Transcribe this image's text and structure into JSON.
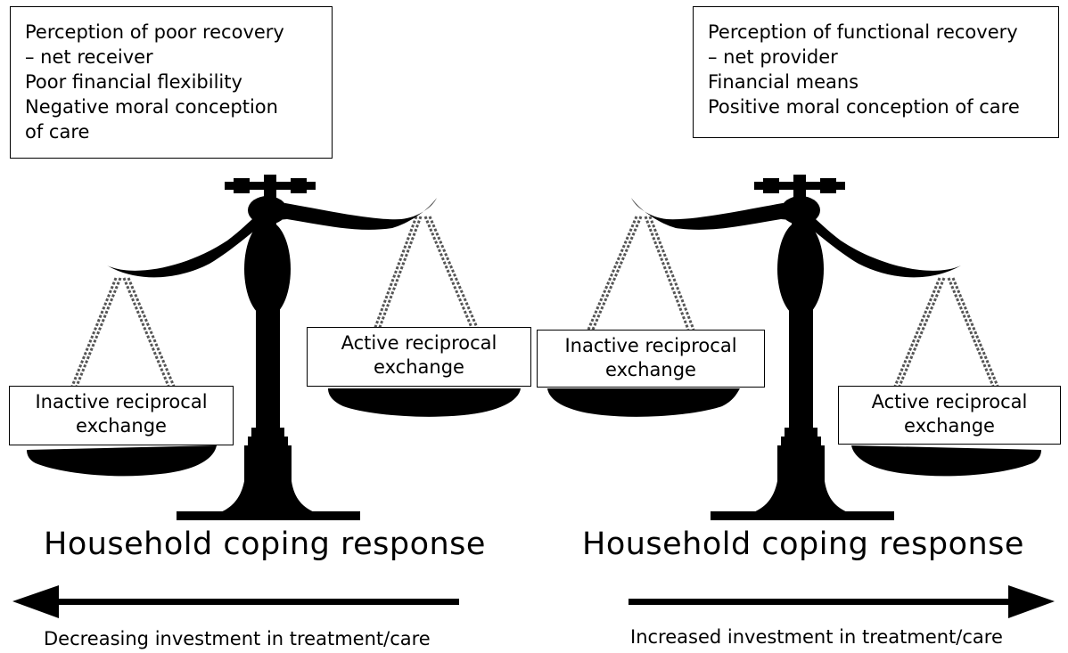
{
  "left_panel": {
    "factors": [
      "Perception of poor recovery",
      "– net receiver",
      "Poor financial flexibility",
      "Negative moral conception",
      "of care"
    ],
    "low_pan_label": [
      "Inactive reciprocal",
      "exchange"
    ],
    "high_pan_label": [
      "Active reciprocal",
      "exchange"
    ],
    "coping_title": "Household coping response",
    "arrow_direction": "left",
    "caption": "Decreasing investment in treatment/care"
  },
  "right_panel": {
    "factors": [
      "Perception of functional recovery",
      "– net provider",
      "Financial means",
      "Positive moral conception of care"
    ],
    "high_pan_label": [
      "Inactive reciprocal",
      "exchange"
    ],
    "low_pan_label": [
      "Active reciprocal",
      "exchange"
    ],
    "coping_title": "Household coping response",
    "arrow_direction": "right",
    "caption": "Increased investment in treatment/care"
  },
  "colors": {
    "ink": "#000000",
    "background": "#ffffff",
    "chain": "#555555"
  }
}
